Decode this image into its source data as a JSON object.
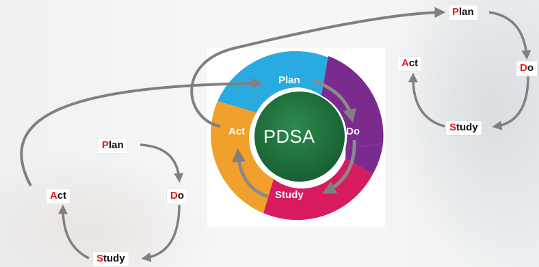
{
  "center_label": "PDSA",
  "wheel": {
    "plan": "Plan",
    "do": "Do",
    "study": "Study",
    "act": "Act"
  },
  "cycle_left": {
    "plan_first": "P",
    "plan_rest": "lan",
    "do_first": "D",
    "do_rest": "o",
    "study_first": "S",
    "study_rest": "tudy",
    "act_first": "A",
    "act_rest": "ct"
  },
  "cycle_right": {
    "plan_first": "P",
    "plan_rest": "lan",
    "do_first": "D",
    "do_rest": "o",
    "study_first": "S",
    "study_rest": "tudy",
    "act_first": "A",
    "act_rest": "ct"
  },
  "colors": {
    "plan": "#29abe2",
    "do": "#7b2a8e",
    "study": "#d81b60",
    "act": "#f0a02b",
    "center": "#1f6b3a",
    "arrow": "#808080",
    "letter_accent": "#e41b1b"
  }
}
